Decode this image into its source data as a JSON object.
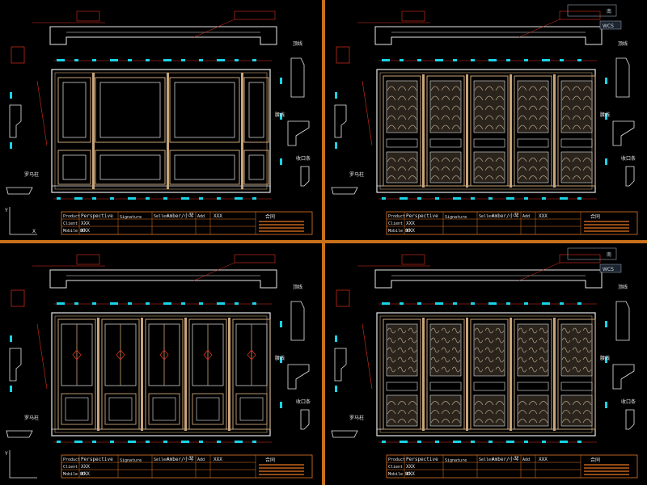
{
  "colors": {
    "background": "#000000",
    "frame_orange": "#c8701a",
    "panel_white": "#e8e8e8",
    "panel_tan": "#c9a57a",
    "dimension_cyan": "#19d3e6",
    "dimension_red": "#e0301c",
    "title_block_orange": "#e87722"
  },
  "viewports": [
    {
      "id": "top-left",
      "panel_style": "plain-mouldings",
      "cube_text": "",
      "wcs_text": "",
      "axis_y_label": "Y",
      "axis_x_label": "X",
      "left_note": "罗马柱",
      "right_note_1": "顶线",
      "right_note_2": "腰线",
      "right_note_3": "收口条",
      "title_block": {
        "product_label": "Product",
        "product_value": "Perspective",
        "signature_label": "Signature",
        "client_label": "Client",
        "client_value": "XXX",
        "mobile_label": "Mobile NO.",
        "mobile_value": "XXX",
        "seller_label": "Seller",
        "seller_value": "Amber/小琴",
        "add_label": "Add",
        "add_value": "XXX",
        "total_label": "合同"
      }
    },
    {
      "id": "top-right",
      "panel_style": "carved-scale",
      "cube_text": "南",
      "wcs_text": "WCS",
      "axis_y_label": "",
      "axis_x_label": "",
      "left_note": "罗马柱",
      "right_note_1": "顶线",
      "right_note_2": "腰线",
      "right_note_3": "收口条",
      "title_block": {
        "product_label": "Product",
        "product_value": "Perspective",
        "signature_label": "Signature",
        "client_label": "Client",
        "client_value": "XXX",
        "mobile_label": "Mobile NO.",
        "mobile_value": "XXX",
        "seller_label": "Seller",
        "seller_value": "Amber/小琴",
        "add_label": "Add",
        "add_value": "XXX",
        "total_label": "合同"
      }
    },
    {
      "id": "bottom-left",
      "panel_style": "glass-diamond",
      "cube_text": "",
      "wcs_text": "",
      "axis_y_label": "Y",
      "axis_x_label": "",
      "left_note": "罗马柱",
      "right_note_1": "顶线",
      "right_note_2": "腰线",
      "right_note_3": "收口条",
      "title_block": {
        "product_label": "Product",
        "product_value": "Perspective",
        "signature_label": "Signature",
        "client_label": "Client",
        "client_value": "XXX",
        "mobile_label": "Mobile NO.",
        "mobile_value": "XXX",
        "seller_label": "Seller",
        "seller_value": "Amber/小琴",
        "add_label": "Add",
        "add_value": "XXX",
        "total_label": "合同"
      }
    },
    {
      "id": "bottom-right",
      "panel_style": "carved-wave",
      "cube_text": "南",
      "wcs_text": "WCS",
      "axis_y_label": "",
      "axis_x_label": "",
      "left_note": "罗马柱",
      "right_note_1": "顶线",
      "right_note_2": "腰线",
      "right_note_3": "收口条",
      "title_block": {
        "product_label": "Product",
        "product_value": "Perspective",
        "signature_label": "Signature",
        "client_label": "Client",
        "client_value": "XXX",
        "mobile_label": "Mobile NO.",
        "mobile_value": "XXX",
        "seller_label": "Seller",
        "seller_value": "Amber/小琴",
        "add_label": "Add",
        "add_value": "XXX",
        "total_label": "合同"
      }
    }
  ]
}
